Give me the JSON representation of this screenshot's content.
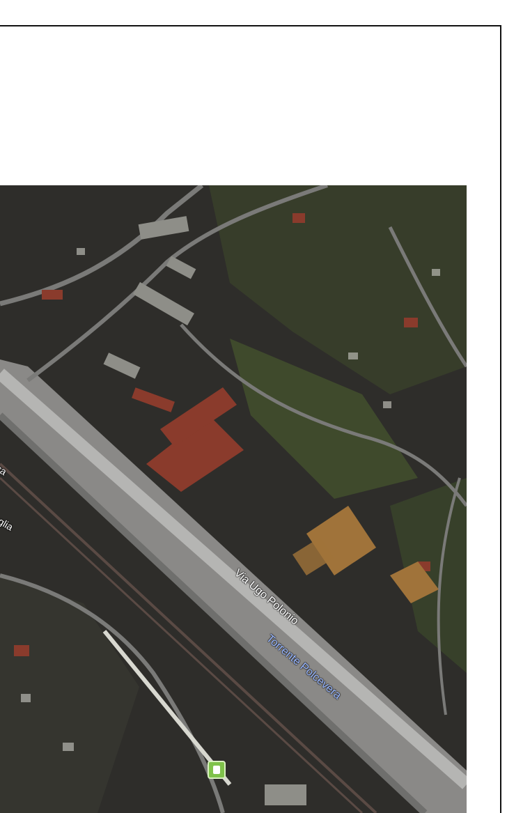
{
  "map": {
    "labels": {
      "road_main": "Via Ugo Polonio",
      "river": "Torrente Polcevera",
      "road_edge_1": "cca",
      "road_edge_2": "eglia"
    },
    "marker_icon": "park-marker-icon",
    "colors": {
      "terrain": "#2e2d2a",
      "vegetation": "#3f4a2c",
      "road": "#8a8a88",
      "river_bed": "#9a9a98",
      "roof": "#8a3b2c",
      "field": "#a0733a",
      "marker": "#7fc24a"
    }
  }
}
